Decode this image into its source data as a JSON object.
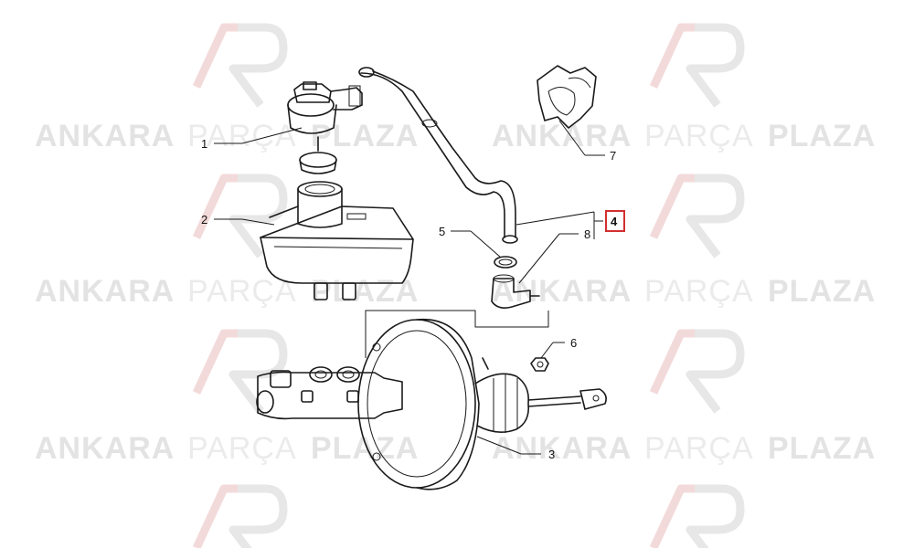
{
  "watermark": {
    "word1": "ANKARA",
    "word2": "PARÇA",
    "word3": "PLAZA",
    "colors": {
      "bold_text": "#e3e3e3",
      "light_text": "#ebebeb",
      "logo_red": "#f3dada",
      "logo_grey": "#e7e7e7"
    }
  },
  "callouts": [
    {
      "id": "1",
      "text": "1"
    },
    {
      "id": "2",
      "text": "2"
    },
    {
      "id": "3",
      "text": "3"
    },
    {
      "id": "4",
      "text": "4",
      "highlighted": true
    },
    {
      "id": "5",
      "text": "5"
    },
    {
      "id": "6",
      "text": "6"
    },
    {
      "id": "7",
      "text": "7"
    },
    {
      "id": "8",
      "text": "8"
    }
  ],
  "highlight_color": "#d32f2f",
  "line_color": "#1a1a1a"
}
